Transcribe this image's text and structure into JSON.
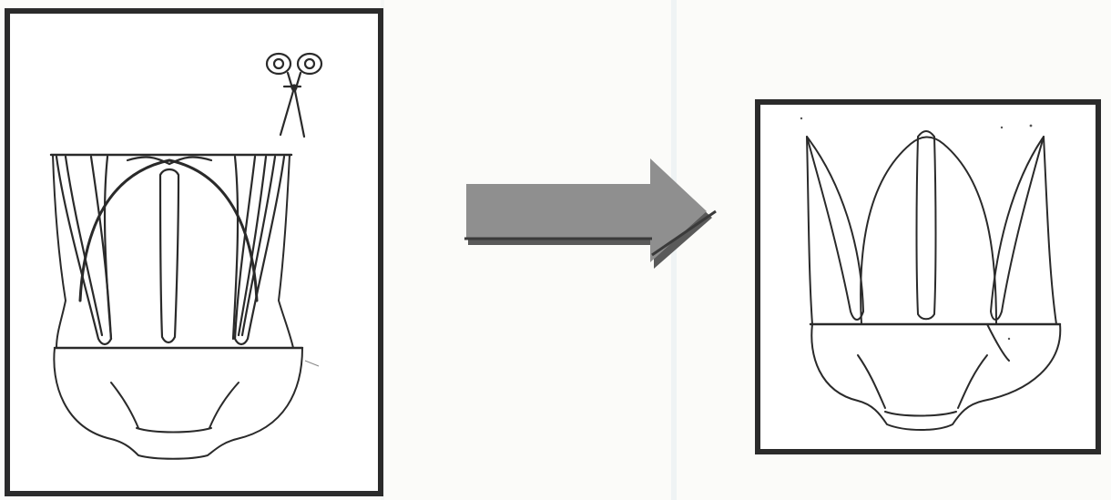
{
  "figure": {
    "panels": [
      {
        "role": "before",
        "content": "tooth-with-root-canals-and-cut-line",
        "icon": "scissors-icon"
      },
      {
        "role": "after",
        "content": "dissected-root-canal-halves"
      }
    ],
    "connector": "right-arrow-icon"
  },
  "colors": {
    "frame": "#2b2b2b",
    "line": "#2a2a2a",
    "arrow_fill": "#8f8f8f",
    "arrow_shadow": "#5a5a5a",
    "background": "#fbfbf9"
  }
}
